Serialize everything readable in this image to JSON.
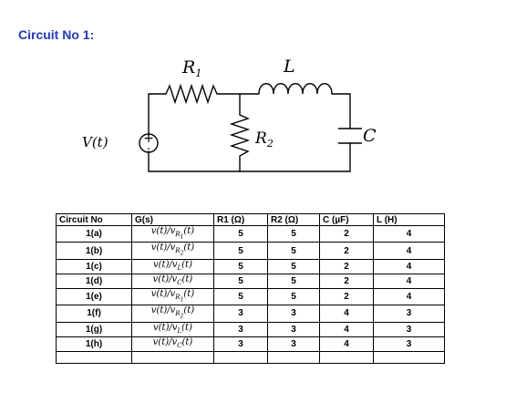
{
  "heading": "Circuit No 1:",
  "circuit": {
    "source_label": "V(t)",
    "source_plus": "+",
    "source_minus": "-",
    "r1_label": "R1",
    "l_label": "L",
    "r2_label": "R2",
    "c_label": "C"
  },
  "table": {
    "headers": [
      "Circuit No",
      "G(s)",
      "R1 (Ω)",
      "R2 (Ω)",
      "C (µF)",
      "L (H)"
    ],
    "rows": [
      {
        "id": "1(a)",
        "g": "v(t)/v_R1(t)",
        "r1": "5",
        "r2": "5",
        "c": "2",
        "l": "4"
      },
      {
        "id": "1(b)",
        "g": "v(t)/v_R2(t)",
        "r1": "5",
        "r2": "5",
        "c": "2",
        "l": "4"
      },
      {
        "id": "1(c)",
        "g": "v(t)/v_L(t)",
        "r1": "5",
        "r2": "5",
        "c": "2",
        "l": "4"
      },
      {
        "id": "1(d)",
        "g": "v(t)/v_C(t)",
        "r1": "5",
        "r2": "5",
        "c": "2",
        "l": "4"
      },
      {
        "id": "1(e)",
        "g": "v(t)/v_R1(t)",
        "r1": "5",
        "r2": "5",
        "c": "2",
        "l": "4"
      },
      {
        "id": "1(f)",
        "g": "v(t)/v_R2(t)",
        "r1": "3",
        "r2": "3",
        "c": "4",
        "l": "3"
      },
      {
        "id": "1(g)",
        "g": "v(t)/v_L(t)",
        "r1": "3",
        "r2": "3",
        "c": "4",
        "l": "3"
      },
      {
        "id": "1(h)",
        "g": "v(t)/v_C(t)",
        "r1": "3",
        "r2": "3",
        "c": "4",
        "l": "3"
      }
    ]
  }
}
